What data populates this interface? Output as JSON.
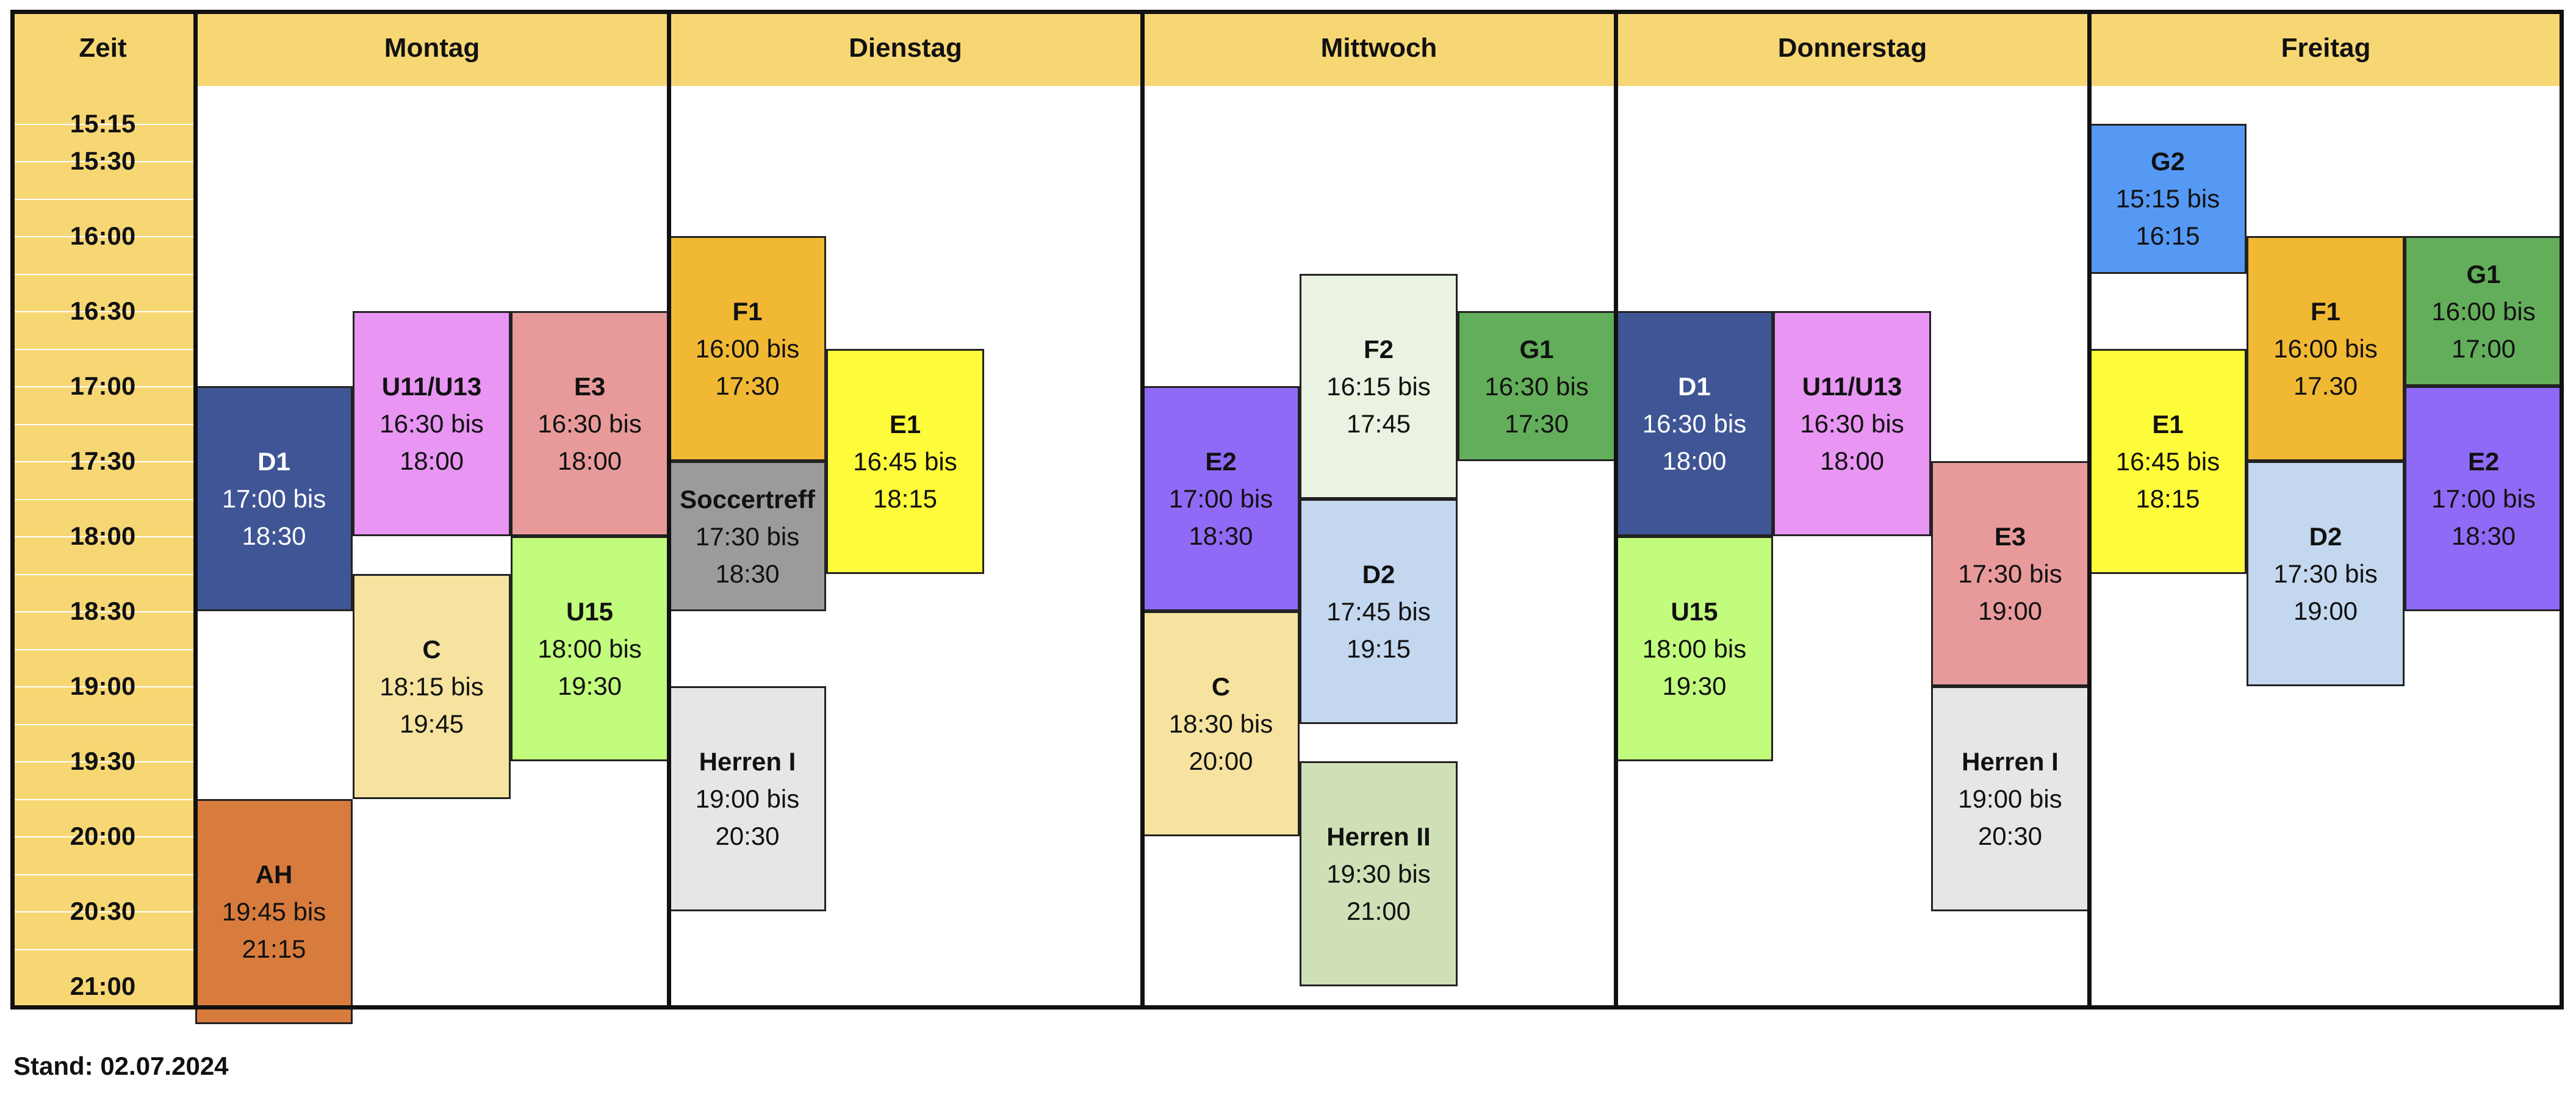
{
  "days": [
    "Montag",
    "Dienstag",
    "Mittwoch",
    "Donnerstag",
    "Freitag"
  ],
  "time_header": "Zeit",
  "time_labels": [
    "15:15",
    "15:30",
    "16:00",
    "16:30",
    "17:00",
    "17:30",
    "18:00",
    "18:30",
    "19:00",
    "19:30",
    "20:00",
    "20:30",
    "21:00"
  ],
  "footer": "Stand: 02.07.2024",
  "range_word": "bis",
  "sessions": [
    {
      "day": 0,
      "lane": 0,
      "team": "D1",
      "start": "17:00",
      "end": "18:30",
      "color": "#3f5595",
      "text_color": "#ffffff"
    },
    {
      "day": 0,
      "lane": 1,
      "team": "U11/U13",
      "start": "16:30",
      "end": "18:00",
      "color": "#e895f3",
      "text_color": "#111111"
    },
    {
      "day": 0,
      "lane": 2,
      "team": "E3",
      "start": "16:30",
      "end": "18:00",
      "color": "#e89a9a",
      "text_color": "#111111"
    },
    {
      "day": 0,
      "lane": 1,
      "team": "C",
      "start": "18:15",
      "end": "19:45",
      "color": "#f6e3a0",
      "text_color": "#111111"
    },
    {
      "day": 0,
      "lane": 2,
      "team": "U15",
      "start": "18:00",
      "end": "19:30",
      "color": "#c1fc7d",
      "text_color": "#111111"
    },
    {
      "day": 0,
      "lane": 0,
      "team": "AH",
      "start": "19:45",
      "end": "21:15",
      "color": "#d87c3d",
      "text_color": "#111111"
    },
    {
      "day": 1,
      "lane": 0,
      "team": "F1",
      "start": "16:00",
      "end": "17:30",
      "color": "#f1b834",
      "text_color": "#111111"
    },
    {
      "day": 1,
      "lane": 1,
      "team": "E1",
      "start": "16:45",
      "end": "18:15",
      "color": "#fefc3a",
      "text_color": "#111111"
    },
    {
      "day": 1,
      "lane": 0,
      "team": "Soccertreff",
      "start": "17:30",
      "end": "18:30",
      "color": "#9b9b9b",
      "text_color": "#111111"
    },
    {
      "day": 1,
      "lane": 0,
      "team": "Herren I",
      "start": "19:00",
      "end": "20:30",
      "color": "#e6e6e6",
      "text_color": "#111111"
    },
    {
      "day": 2,
      "lane": 1,
      "team": "F2",
      "start": "16:15",
      "end": "17:45",
      "color": "#eaf2e1",
      "text_color": "#111111"
    },
    {
      "day": 2,
      "lane": 2,
      "team": "G1",
      "start": "16:30",
      "end": "17:30",
      "color": "#63ae5b",
      "text_color": "#111111"
    },
    {
      "day": 2,
      "lane": 0,
      "team": "E2",
      "start": "17:00",
      "end": "18:30",
      "color": "#8f6af6",
      "text_color": "#111111"
    },
    {
      "day": 2,
      "lane": 1,
      "team": "D2",
      "start": "17:45",
      "end": "19:15",
      "color": "#c3d7ef",
      "text_color": "#111111"
    },
    {
      "day": 2,
      "lane": 0,
      "team": "C",
      "start": "18:30",
      "end": "20:00",
      "color": "#f6e3a0",
      "text_color": "#111111"
    },
    {
      "day": 2,
      "lane": 1,
      "team": "Herren II",
      "start": "19:30",
      "end": "21:00",
      "color": "#cfe0b6",
      "text_color": "#111111"
    },
    {
      "day": 3,
      "lane": 0,
      "team": "D1",
      "start": "16:30",
      "end": "18:00",
      "color": "#3f5595",
      "text_color": "#ffffff"
    },
    {
      "day": 3,
      "lane": 1,
      "team": "U11/U13",
      "start": "16:30",
      "end": "18:00",
      "color": "#e895f3",
      "text_color": "#111111"
    },
    {
      "day": 3,
      "lane": 2,
      "team": "E3",
      "start": "17:30",
      "end": "19:00",
      "color": "#e89a9a",
      "text_color": "#111111"
    },
    {
      "day": 3,
      "lane": 0,
      "team": "U15",
      "start": "18:00",
      "end": "19:30",
      "color": "#c1fc7d",
      "text_color": "#111111"
    },
    {
      "day": 3,
      "lane": 2,
      "team": "Herren I",
      "start": "19:00",
      "end": "20:30",
      "color": "#e6e6e6",
      "text_color": "#111111"
    },
    {
      "day": 4,
      "lane": 0,
      "team": "G2",
      "start": "15:15",
      "end": "16:15",
      "color": "#5599f5",
      "text_color": "#111111"
    },
    {
      "day": 4,
      "lane": 1,
      "team": "F1",
      "start": "16:00",
      "end": "17.30",
      "color": "#f1b834",
      "text_color": "#111111"
    },
    {
      "day": 4,
      "lane": 2,
      "team": "G1",
      "start": "16:00",
      "end": "17:00",
      "color": "#63ae5b",
      "text_color": "#111111"
    },
    {
      "day": 4,
      "lane": 0,
      "team": "E1",
      "start": "16:45",
      "end": "18:15",
      "color": "#fefc3a",
      "text_color": "#111111"
    },
    {
      "day": 4,
      "lane": 2,
      "team": "E2",
      "start": "17:00",
      "end": "18:30",
      "color": "#8f6af6",
      "text_color": "#111111"
    },
    {
      "day": 4,
      "lane": 1,
      "team": "D2",
      "start": "17:30",
      "end": "19:00",
      "color": "#c3d7ef",
      "text_color": "#111111"
    }
  ]
}
